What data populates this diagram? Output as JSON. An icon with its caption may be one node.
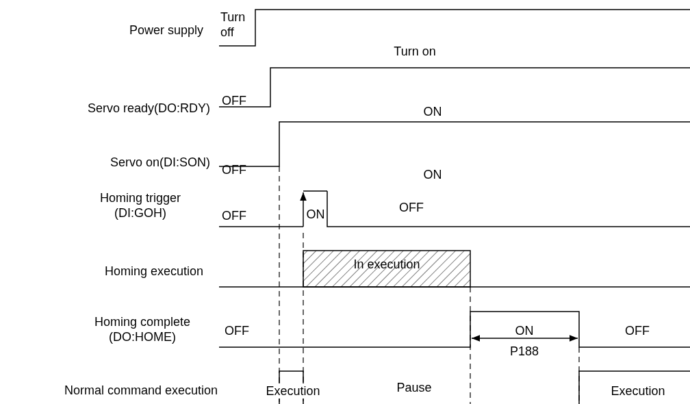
{
  "diagram": {
    "labels": [
      "Power supply",
      "Turn off",
      "Turn on",
      "Servo ready(DO:RDY)",
      "OFF",
      "ON",
      "Servo on(DI:SON)",
      "OFF",
      "ON",
      "Homing trigger (DI:GOH)",
      "OFF",
      "ON",
      "OFF",
      "Homing execution",
      "In execution",
      "Homing complete (DO:HOME)",
      "OFF",
      "ON",
      "OFF",
      "P188",
      "Normal command execution",
      "Execution",
      "Pause",
      "Execution"
    ]
  }
}
